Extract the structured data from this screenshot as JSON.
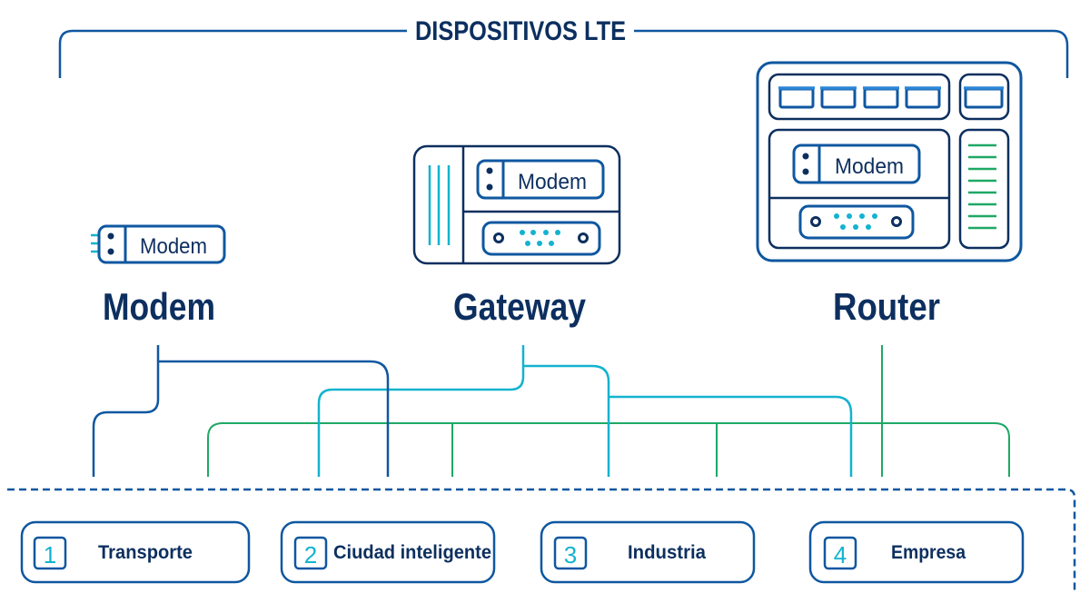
{
  "header": {
    "title": "DISPOSITIVOS LTE"
  },
  "devices": [
    {
      "id": "modem",
      "label": "Modem",
      "chip_label": "Modem"
    },
    {
      "id": "gateway",
      "label": "Gateway",
      "chip_label": "Modem"
    },
    {
      "id": "router",
      "label": "Router",
      "chip_label": "Modem"
    }
  ],
  "sectors": [
    {
      "number": "1",
      "label": "Transporte"
    },
    {
      "number": "2",
      "label": "Ciudad inteligente"
    },
    {
      "number": "3",
      "label": "Industria"
    },
    {
      "number": "4",
      "label": "Empresa"
    }
  ],
  "colors": {
    "navy": "#0c2f5f",
    "blue": "#0f57a0",
    "cyan": "#13b3cf",
    "green": "#1fa865"
  }
}
